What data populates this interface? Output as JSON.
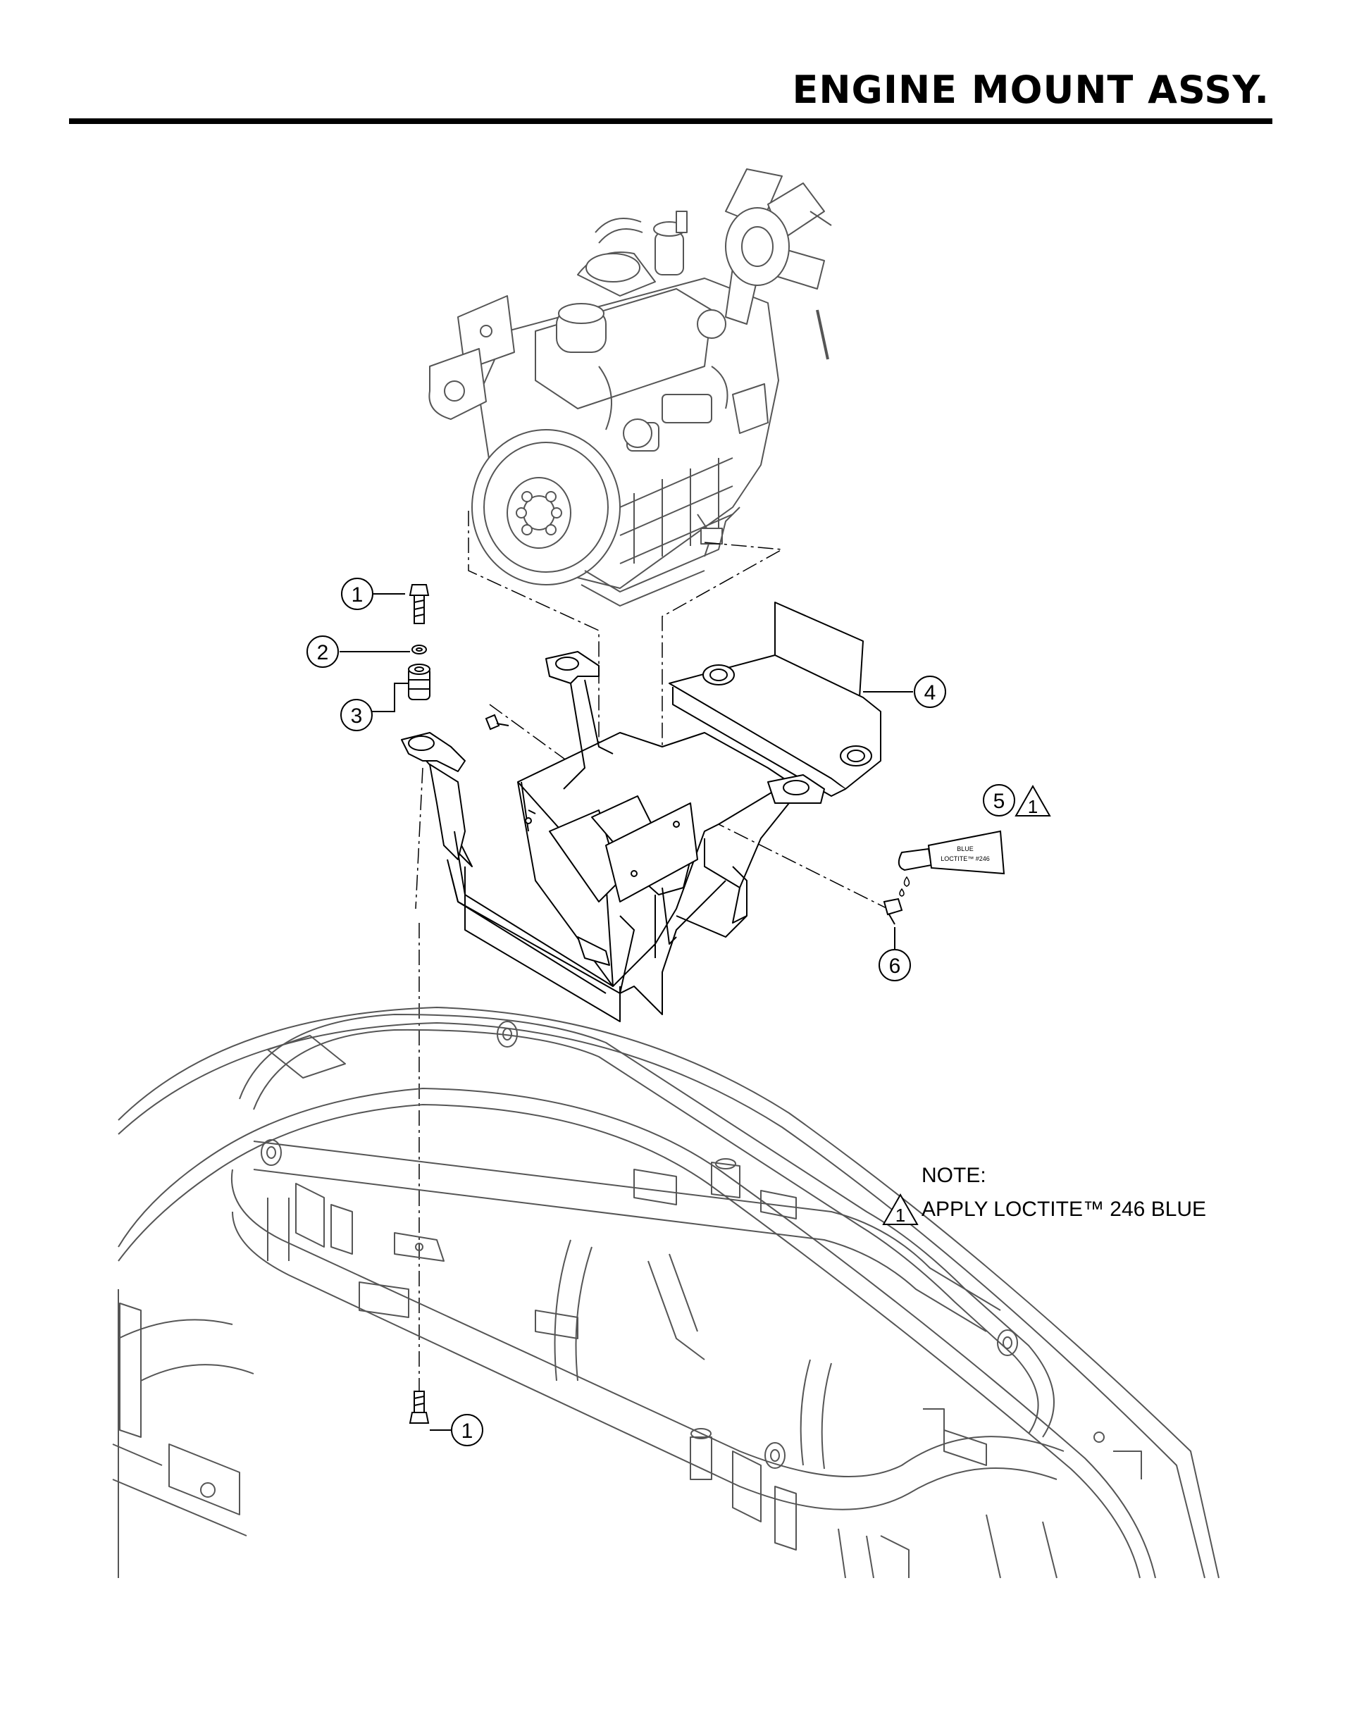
{
  "header": {
    "title": "ENGINE MOUNT ASSY."
  },
  "callouts": [
    {
      "number": "1"
    },
    {
      "number": "2"
    },
    {
      "number": "3"
    },
    {
      "number": "4"
    },
    {
      "number": "5"
    },
    {
      "number": "6"
    },
    {
      "number": "1"
    }
  ],
  "warning_symbol": {
    "number": "1"
  },
  "tube_label": {
    "line1": "BLUE",
    "line2": "LOCTITE™ #246"
  },
  "note": {
    "title": "NOTE:",
    "symbol_number": "1",
    "text": "APPLY LOCTITE™ 246 BLUE"
  }
}
